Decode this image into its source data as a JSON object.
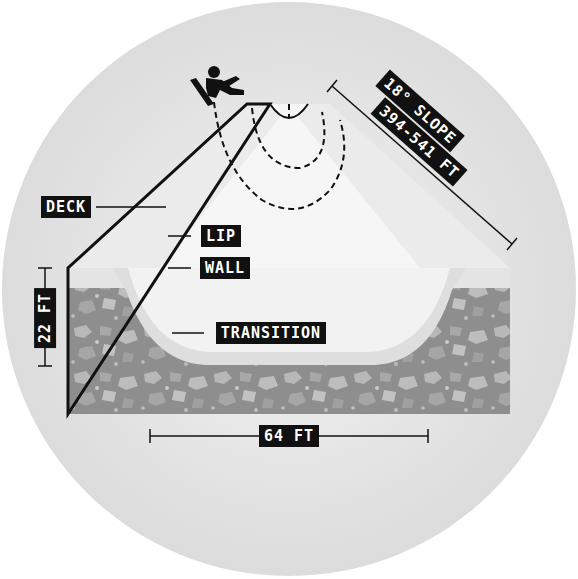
{
  "diagram": {
    "labels": [
      "DECK",
      "LIP",
      "WALL",
      "TRANSITION",
      "22 FT",
      "64 FT",
      "18° SLOPE",
      "394-541 FT"
    ]
  }
}
